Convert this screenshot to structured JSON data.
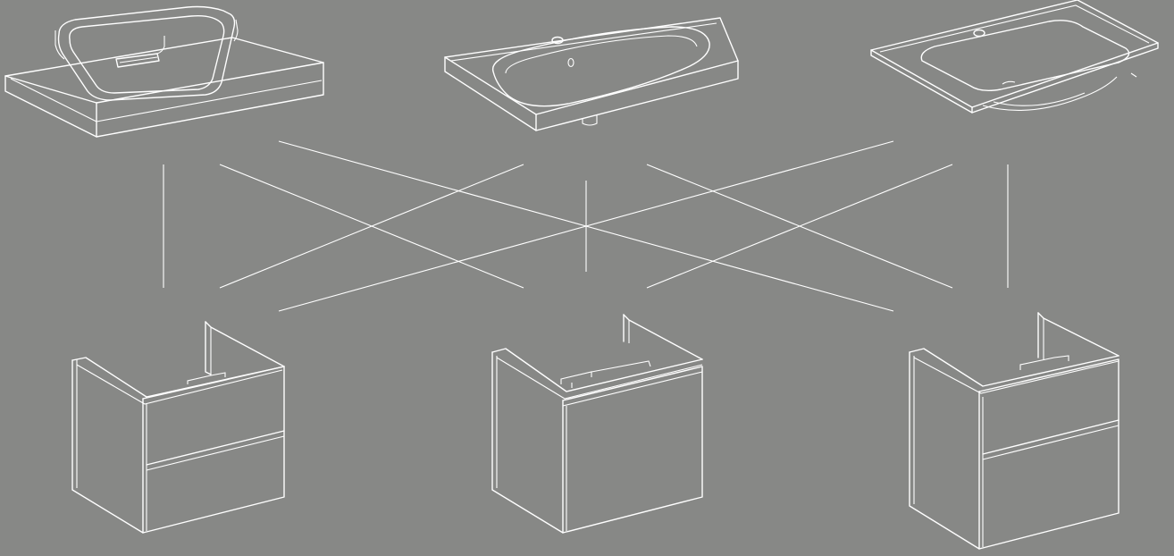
{
  "background_color": "#878886",
  "line_color": "#ffffff",
  "diagram": {
    "basins": [
      {
        "id": 1,
        "name": "countertop-basin"
      },
      {
        "id": 2,
        "name": "rounded-washbasin"
      },
      {
        "id": 3,
        "name": "slim-rim-washbasin"
      }
    ],
    "cabinets": [
      {
        "id": 1,
        "name": "two-drawer-cabinet"
      },
      {
        "id": 2,
        "name": "single-drawer-cabinet"
      },
      {
        "id": 3,
        "name": "tall-two-drawer-cabinet"
      }
    ],
    "compatibility": [
      {
        "basin": 1,
        "cabinet": 1
      },
      {
        "basin": 1,
        "cabinet": 2
      },
      {
        "basin": 1,
        "cabinet": 3
      },
      {
        "basin": 2,
        "cabinet": 1
      },
      {
        "basin": 2,
        "cabinet": 2
      },
      {
        "basin": 2,
        "cabinet": 3
      },
      {
        "basin": 3,
        "cabinet": 1
      },
      {
        "basin": 3,
        "cabinet": 2
      },
      {
        "basin": 3,
        "cabinet": 3
      }
    ]
  }
}
